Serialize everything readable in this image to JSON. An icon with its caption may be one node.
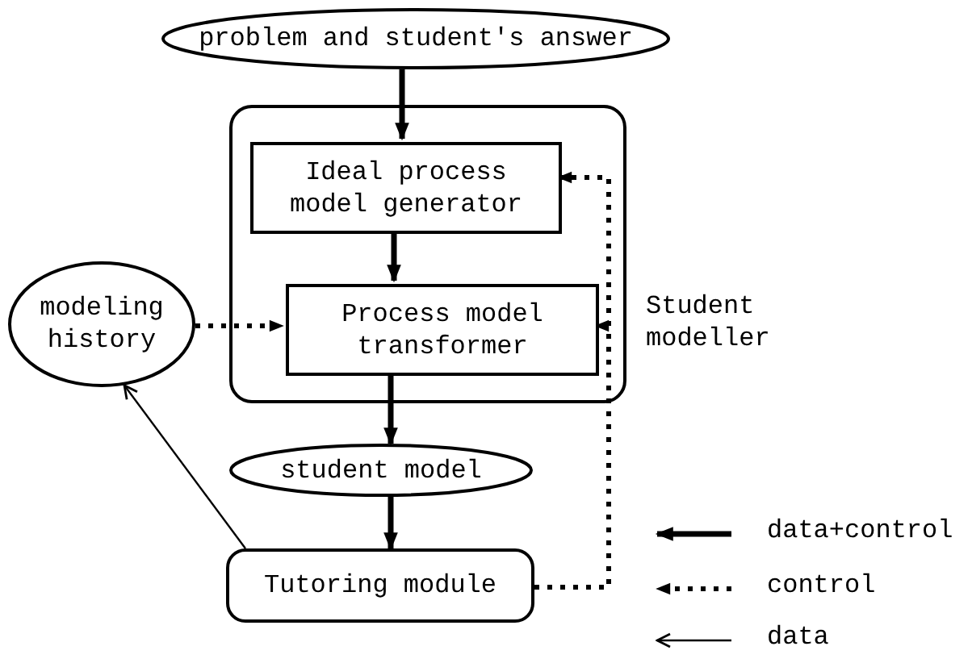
{
  "diagram": {
    "nodes": [
      {
        "text": [
          "problem and student's answer"
        ]
      },
      {
        "text": [
          "Student modeller"
        ]
      },
      {
        "text": [
          "Ideal process model generator"
        ],
        "in": 1
      },
      {
        "text": [
          "Process model transformer"
        ],
        "in": 1
      },
      {
        "text": [
          "modeling history"
        ]
      },
      {
        "text": [
          "student model"
        ]
      },
      {
        "text": [
          "Tutoring module"
        ]
      }
    ],
    "edges": [
      {
        "from": 0,
        "to": 2,
        "arrow": "to"
      },
      {
        "from": 2,
        "to": 3,
        "arrow": "to"
      },
      {
        "from": 3,
        "to": 5,
        "arrow": "to"
      },
      {
        "from": 5,
        "to": 6,
        "arrow": "to"
      },
      {
        "from": 6,
        "to": 2,
        "arrow": "to",
        "style": "dashed"
      },
      {
        "from": 6,
        "to": 3,
        "arrow": "to",
        "style": "dashed"
      },
      {
        "from": 4,
        "to": 3,
        "arrow": "to",
        "style": "dashed"
      },
      {
        "from": 6,
        "to": 4,
        "arrow": "to"
      }
    ],
    "legend": [
      {
        "text": "data+control"
      },
      {
        "text": "control"
      },
      {
        "text": "data"
      }
    ]
  }
}
